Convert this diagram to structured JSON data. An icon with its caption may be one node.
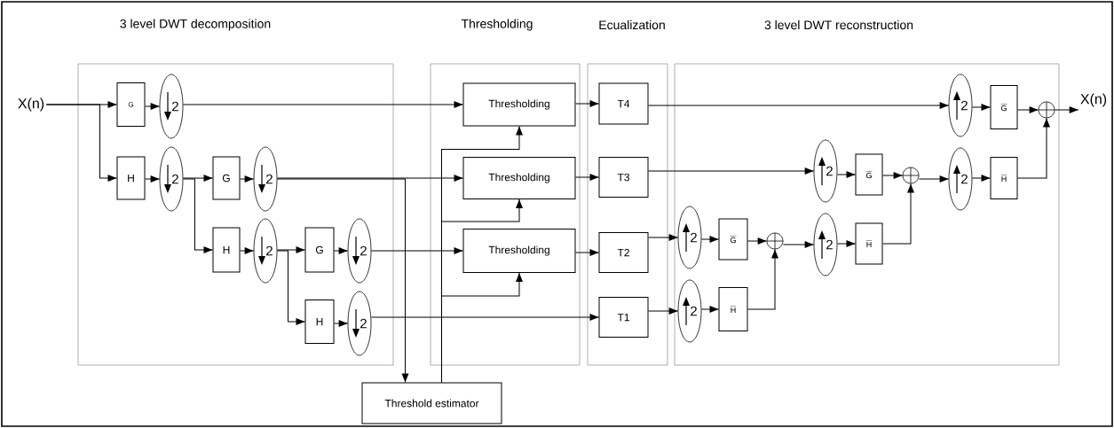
{
  "diagram": {
    "nodes": [
      {
        "text": [
          "3 level DWT decomposition"
        ]
      },
      {
        "text": [
          "Thresholding"
        ]
      },
      {
        "text": [
          "Ecualization"
        ]
      },
      {
        "text": [
          "3 level DWT reconstruction"
        ]
      },
      {
        "text": [
          "X(n)"
        ]
      },
      {
        "text": [
          "G"
        ],
        "in": 0
      },
      {
        "text": [
          "2"
        ],
        "in": 0
      },
      {
        "text": [
          "H"
        ],
        "in": 0
      },
      {
        "text": [
          "2"
        ],
        "in": 0
      },
      {
        "text": [
          "G"
        ],
        "in": 0
      },
      {
        "text": [
          "2"
        ],
        "in": 0
      },
      {
        "text": [
          "H"
        ],
        "in": 0
      },
      {
        "text": [
          "2"
        ],
        "in": 0
      },
      {
        "text": [
          "G"
        ],
        "in": 0
      },
      {
        "text": [
          "2"
        ],
        "in": 0
      },
      {
        "text": [
          "H"
        ],
        "in": 0
      },
      {
        "text": [
          "2"
        ],
        "in": 0
      },
      {
        "text": [
          "Thresholding"
        ],
        "in": 1
      },
      {
        "text": [
          "Thresholding"
        ],
        "in": 1
      },
      {
        "text": [
          "Thresholding"
        ],
        "in": 1
      },
      {
        "text": [
          "T4"
        ],
        "in": 2
      },
      {
        "text": [
          "T3"
        ],
        "in": 2
      },
      {
        "text": [
          "T2"
        ],
        "in": 2
      },
      {
        "text": [
          "T1"
        ],
        "in": 2
      },
      {
        "text": [
          "Threshold estimator"
        ]
      },
      {
        "text": [
          "2"
        ],
        "in": 3
      },
      {
        "text": [
          "G"
        ],
        "in": 3
      },
      {
        "text": [],
        "shape": "circle",
        "in": 3
      },
      {
        "text": [
          "X(n)"
        ]
      },
      {
        "text": [
          "2"
        ],
        "in": 3
      },
      {
        "text": [
          "G"
        ],
        "in": 3
      },
      {
        "text": [],
        "shape": "circle",
        "in": 3
      },
      {
        "text": [
          "2"
        ],
        "in": 3
      },
      {
        "text": [
          "H"
        ],
        "in": 3
      },
      {
        "text": [
          "2"
        ],
        "in": 3
      },
      {
        "text": [
          "G"
        ],
        "in": 3
      },
      {
        "text": [],
        "shape": "circle",
        "in": 3
      },
      {
        "text": [
          "2"
        ],
        "in": 3
      },
      {
        "text": [
          "H"
        ],
        "in": 3
      },
      {
        "text": [
          "2"
        ],
        "in": 3
      },
      {
        "text": [
          "H"
        ],
        "in": 3
      }
    ],
    "edges": [
      {
        "from": 4,
        "to": 5,
        "arrow": "to"
      },
      {
        "from": 4,
        "to": 7,
        "arrow": "to"
      },
      {
        "from": 5,
        "to": 6,
        "arrow": "to"
      },
      {
        "from": 7,
        "to": 8,
        "arrow": "to"
      },
      {
        "from": 8,
        "to": 9,
        "arrow": "to"
      },
      {
        "from": 8,
        "to": 11,
        "arrow": "to"
      },
      {
        "from": 9,
        "to": 10,
        "arrow": "to"
      },
      {
        "from": 11,
        "to": 12,
        "arrow": "to"
      },
      {
        "from": 12,
        "to": 13,
        "arrow": "to"
      },
      {
        "from": 12,
        "to": 15,
        "arrow": "to"
      },
      {
        "from": 13,
        "to": 14,
        "arrow": "to"
      },
      {
        "from": 15,
        "to": 16,
        "arrow": "to"
      },
      {
        "from": 6,
        "to": 17,
        "arrow": "to"
      },
      {
        "from": 10,
        "to": 18,
        "arrow": "to"
      },
      {
        "from": 14,
        "to": 19,
        "arrow": "to"
      },
      {
        "from": 16,
        "to": 23,
        "arrow": "to"
      },
      {
        "from": 10,
        "to": 24,
        "arrow": "to"
      },
      {
        "from": 24,
        "to": 17,
        "arrow": "to"
      },
      {
        "from": 24,
        "to": 18,
        "arrow": "to"
      },
      {
        "from": 24,
        "to": 19,
        "arrow": "to"
      },
      {
        "from": 17,
        "to": 20,
        "arrow": "to"
      },
      {
        "from": 18,
        "to": 21,
        "arrow": "to"
      },
      {
        "from": 19,
        "to": 22,
        "arrow": "to"
      },
      {
        "from": 20,
        "to": 25,
        "arrow": "to"
      },
      {
        "from": 25,
        "to": 26,
        "arrow": "to"
      },
      {
        "from": 26,
        "to": 27,
        "arrow": "to"
      },
      {
        "from": 27,
        "to": 28,
        "arrow": "to"
      },
      {
        "from": 21,
        "to": 29,
        "arrow": "to"
      },
      {
        "from": 29,
        "to": 30,
        "arrow": "to"
      },
      {
        "from": 30,
        "to": 31,
        "arrow": "to"
      },
      {
        "from": 31,
        "to": 32,
        "arrow": "to"
      },
      {
        "from": 32,
        "to": 33,
        "arrow": "to"
      },
      {
        "from": 33,
        "to": 27,
        "arrow": "to"
      },
      {
        "from": 22,
        "to": 34,
        "arrow": "to"
      },
      {
        "from": 34,
        "to": 35,
        "arrow": "to"
      },
      {
        "from": 35,
        "to": 36,
        "arrow": "to"
      },
      {
        "from": 36,
        "to": 37,
        "arrow": "to"
      },
      {
        "from": 37,
        "to": 38,
        "arrow": "to"
      },
      {
        "from": 38,
        "to": 31,
        "arrow": "to"
      },
      {
        "from": 23,
        "to": 39,
        "arrow": "to"
      },
      {
        "from": 39,
        "to": 40,
        "arrow": "to"
      },
      {
        "from": 40,
        "to": 36,
        "arrow": "to"
      }
    ]
  }
}
